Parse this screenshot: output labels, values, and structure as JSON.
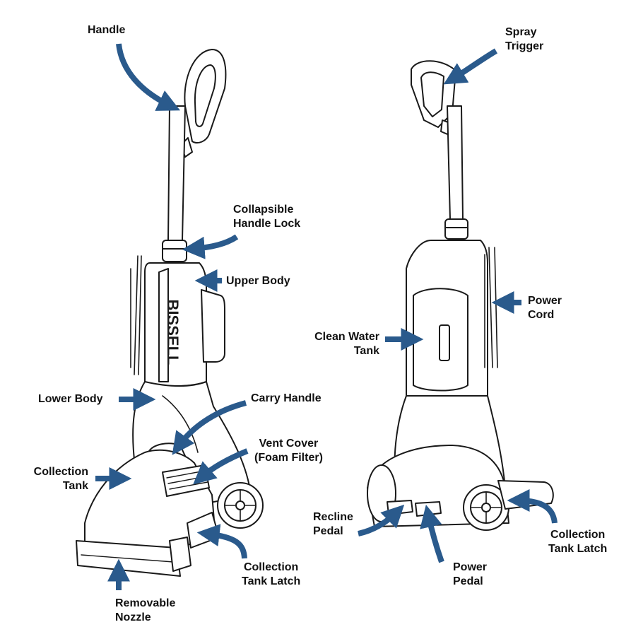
{
  "colors": {
    "arrow": "#2a5a8c",
    "line": "#1a1a1a",
    "text": "#111111"
  },
  "labels": {
    "handle": [
      "Handle"
    ],
    "collapsible_handle_lock": [
      "Collapsible",
      "Handle Lock"
    ],
    "upper_body": [
      "Upper Body"
    ],
    "lower_body": [
      "Lower Body"
    ],
    "carry_handle": [
      "Carry Handle"
    ],
    "vent_cover": [
      "Vent Cover",
      "(Foam Filter)"
    ],
    "collection_tank": [
      "Collection",
      "Tank"
    ],
    "collection_tank_latch_front": [
      "Collection",
      "Tank Latch"
    ],
    "removable_nozzle": [
      "Removable",
      "Nozzle"
    ],
    "spray_trigger": [
      "Spray",
      "Trigger"
    ],
    "power_cord": [
      "Power",
      "Cord"
    ],
    "clean_water_tank": [
      "Clean Water",
      "Tank"
    ],
    "recline_pedal": [
      "Recline",
      "Pedal"
    ],
    "power_pedal": [
      "Power",
      "Pedal"
    ],
    "collection_tank_latch_back": [
      "Collection",
      "Tank Latch"
    ]
  },
  "brand_logo": "BISSELL"
}
